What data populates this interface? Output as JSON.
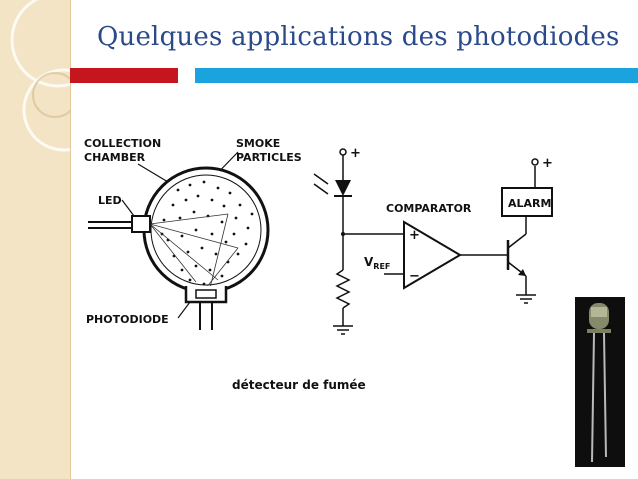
{
  "slide": {
    "title": "Quelques applications des photodiodes",
    "caption": "détecteur de fumée"
  },
  "diagram": {
    "labels": {
      "collection": "COLLECTION",
      "chamber": "CHAMBER",
      "smoke": "SMOKE",
      "particles": "PARTICLES",
      "led": "LED",
      "photodiode": "PHOTODIODE",
      "comparator": "COMPARATOR",
      "alarm": "ALARM",
      "vref_v": "V",
      "vref_sub": "REF",
      "plus1": "+",
      "plus2": "+",
      "in_plus": "+",
      "in_minus": "−"
    }
  },
  "colors": {
    "title": "#2b4a8a",
    "red_bar": "#c4161c",
    "blue_bar": "#1aa3dd",
    "side_panel": "#f3e4c6"
  }
}
